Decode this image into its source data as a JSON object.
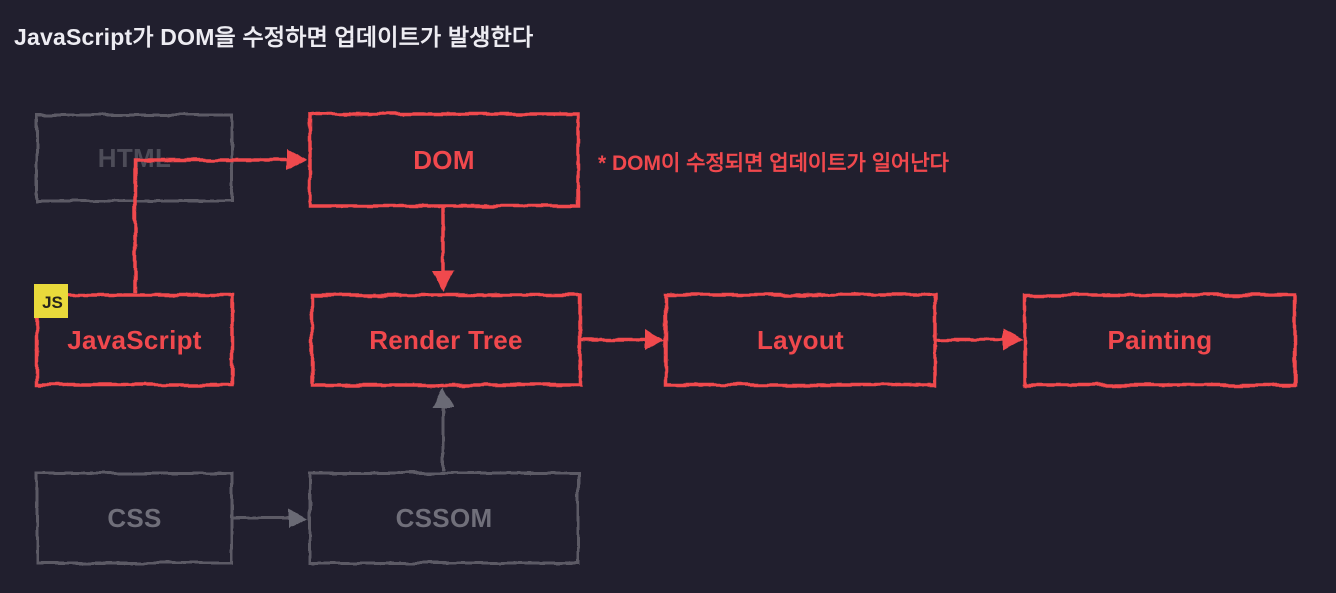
{
  "title": "JavaScript가 DOM을 수정하면 업데이트가 발생한다",
  "annotation": "* DOM이 수정되면 업데이트가 일어난다",
  "badge": {
    "label": "JS"
  },
  "colors": {
    "background": "#211f2e",
    "accent_red": "#f0484d",
    "muted_gray": "#5b5a65",
    "dim_gray_text": "#4d4c58",
    "badge_yellow": "#e9da3b",
    "title_text": "#edecf2"
  },
  "nodes": {
    "html": {
      "label": "HTML",
      "state": "inactive"
    },
    "dom": {
      "label": "DOM",
      "state": "active"
    },
    "javascript": {
      "label": "JavaScript",
      "state": "active"
    },
    "render_tree": {
      "label": "Render Tree",
      "state": "active"
    },
    "layout": {
      "label": "Layout",
      "state": "active"
    },
    "painting": {
      "label": "Painting",
      "state": "active"
    },
    "css": {
      "label": "CSS",
      "state": "inactive"
    },
    "cssom": {
      "label": "CSSOM",
      "state": "inactive"
    }
  },
  "edges": [
    {
      "from": "javascript",
      "to": "dom",
      "color": "red"
    },
    {
      "from": "dom",
      "to": "render_tree",
      "color": "red"
    },
    {
      "from": "render_tree",
      "to": "layout",
      "color": "red"
    },
    {
      "from": "layout",
      "to": "painting",
      "color": "red"
    },
    {
      "from": "css",
      "to": "cssom",
      "color": "gray"
    },
    {
      "from": "cssom",
      "to": "render_tree",
      "color": "gray"
    }
  ]
}
